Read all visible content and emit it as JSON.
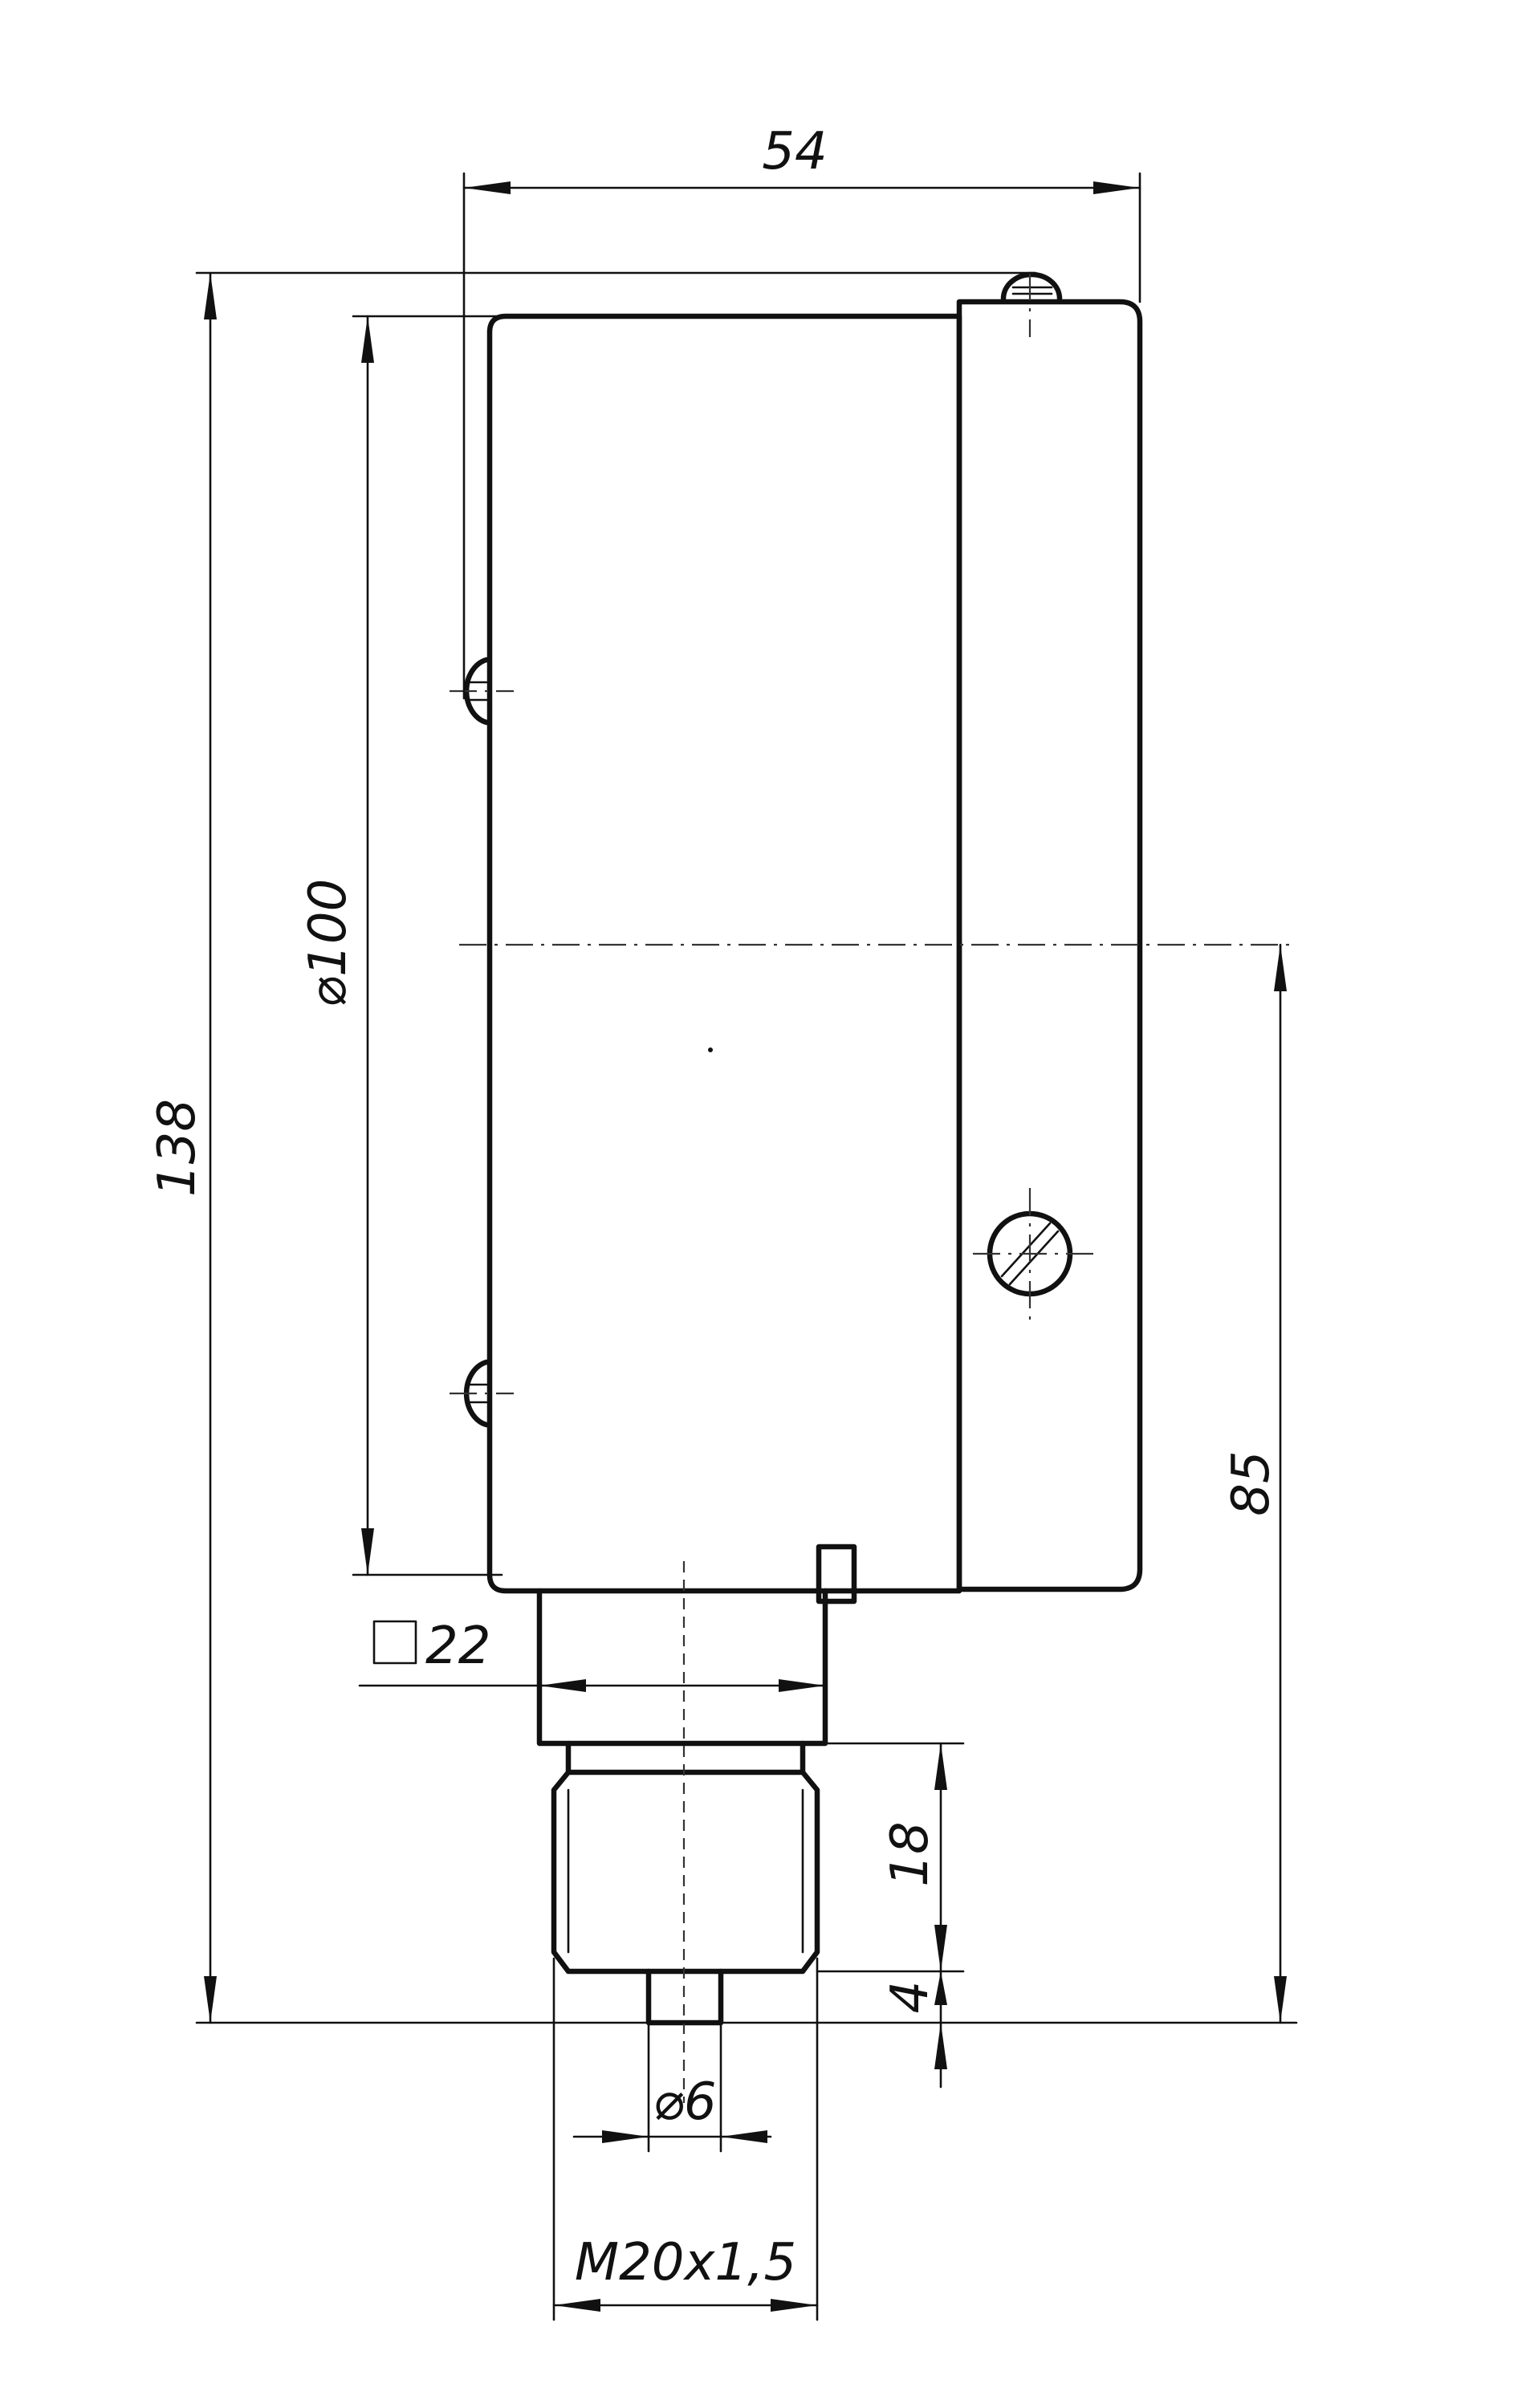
{
  "dimensions": {
    "width": "54",
    "height": "138",
    "diameter": "⌀100",
    "center_height": "85",
    "square": "22",
    "thread_length": "18",
    "tip_length": "4",
    "tip_diameter": "⌀6",
    "thread": "M20x1,5"
  },
  "colors": {
    "line": "#111111",
    "background": "#ffffff"
  }
}
